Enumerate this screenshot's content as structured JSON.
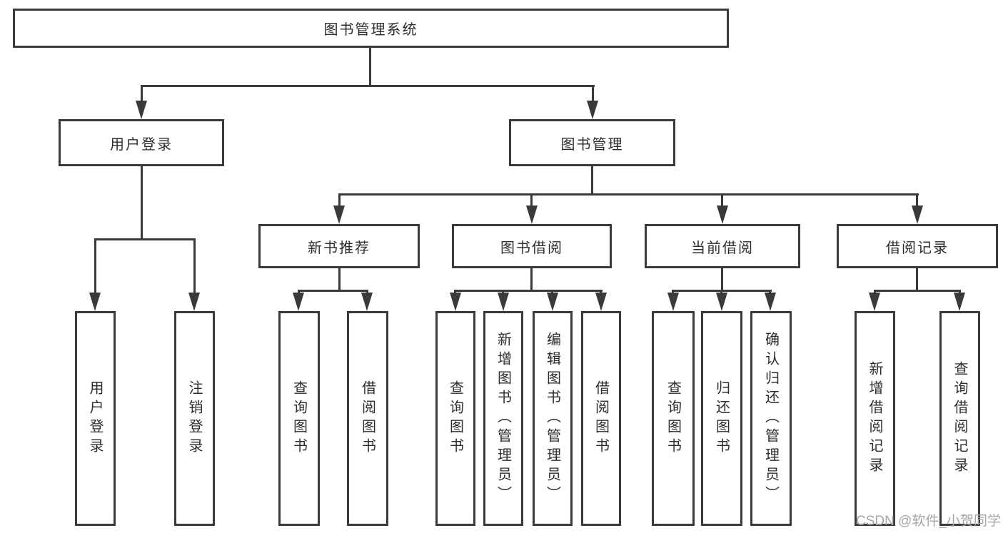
{
  "tree": {
    "label": "图书管理系统",
    "children": [
      {
        "label": "用户登录",
        "children": [
          {
            "label": "用户登录"
          },
          {
            "label": "注销登录"
          }
        ]
      },
      {
        "label": "图书管理",
        "children": [
          {
            "label": "新书推荐",
            "children": [
              {
                "label": "查询图书"
              },
              {
                "label": "借阅图书"
              }
            ]
          },
          {
            "label": "图书借阅",
            "children": [
              {
                "label": "查询图书"
              },
              {
                "label": "新增图书（管理员）"
              },
              {
                "label": "编辑图书（管理员）"
              },
              {
                "label": "借阅图书"
              }
            ]
          },
          {
            "label": "当前借阅",
            "children": [
              {
                "label": "查询图书"
              },
              {
                "label": "归还图书"
              },
              {
                "label": "确认归还（管理员）"
              }
            ]
          },
          {
            "label": "借阅记录",
            "children": [
              {
                "label": "新增借阅记录"
              },
              {
                "label": "查询借阅记录"
              }
            ]
          }
        ]
      }
    ]
  },
  "watermark": {
    "text": "CSDN @软件_小贺同学"
  }
}
